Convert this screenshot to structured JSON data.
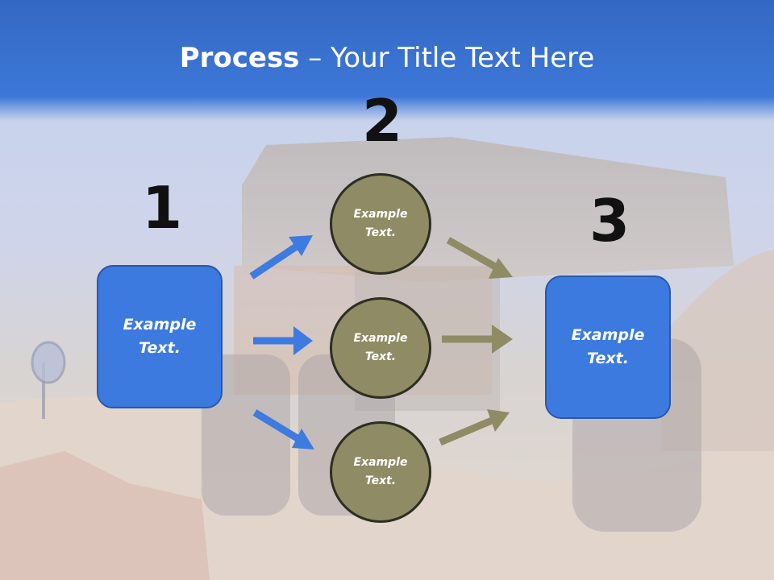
{
  "title": {
    "bold": "Process",
    "rest": " – Your Title Text Here"
  },
  "steps": [
    {
      "number": "1",
      "text_line1": "Example",
      "text_line2": "Text."
    },
    {
      "number": "2"
    },
    {
      "number": "3",
      "text_line1": "Example",
      "text_line2": "Text."
    }
  ],
  "circles": [
    {
      "line1": "Example",
      "line2": "Text."
    },
    {
      "line1": "Example",
      "line2": "Text."
    },
    {
      "line1": "Example",
      "line2": "Text."
    }
  ],
  "colors": {
    "box": "#3c7ae0",
    "circle": "#8f8b64",
    "arrow_blue": "#3d7be0",
    "arrow_olive": "#8f8b64"
  }
}
